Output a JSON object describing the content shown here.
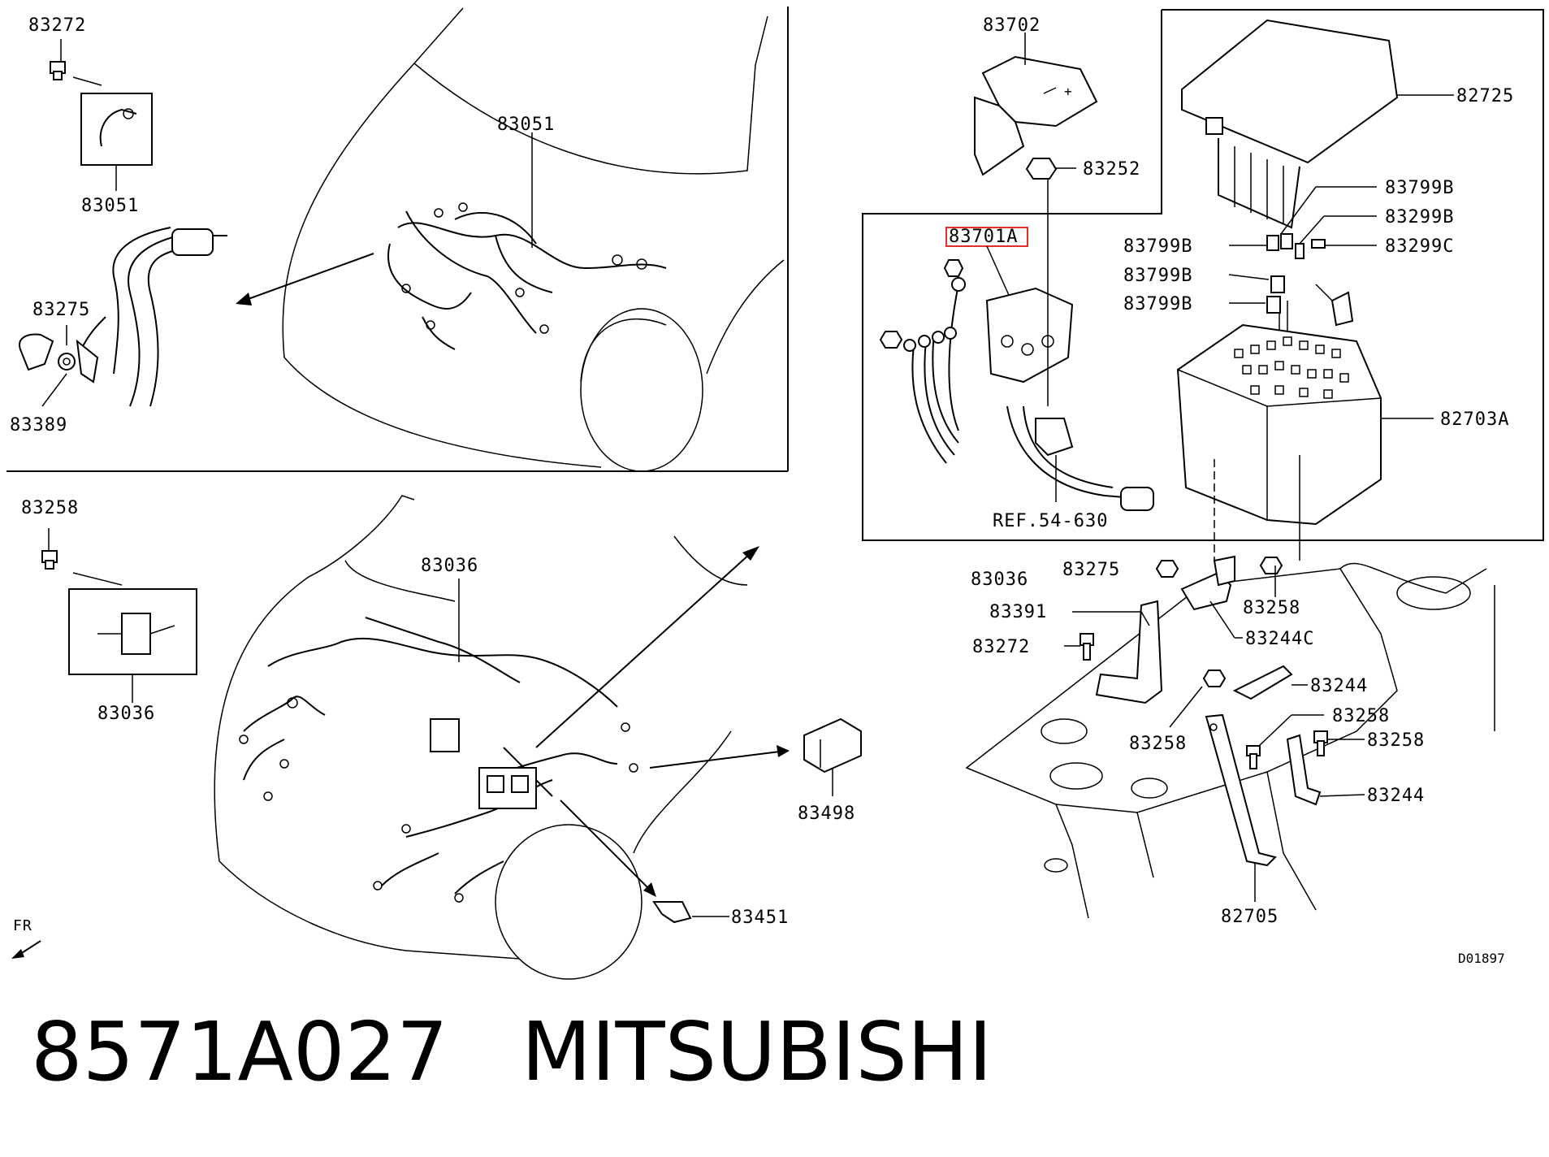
{
  "labels": {
    "top_left_bolt": "83272",
    "top_left_box_part": "83051",
    "harness_main_top": "83051",
    "clip_83275_left": "83275",
    "grommet_83389": "83389",
    "mid_left_bolt": "83258",
    "mid_left_box_part": "83036",
    "harness_main_bottom": "83036",
    "connector_83498": "83498",
    "clip_83451": "83451",
    "battery_cover": "83702",
    "nut_83252": "83252",
    "cable_83701A": "83701A",
    "ref_note": "REF.54-630",
    "box_cover": "82725",
    "relay_1": "83799B",
    "fuse_1": "83299B",
    "relay_2": "83799B",
    "fuse_2": "83299C",
    "relay_3": "83799B",
    "relay_box": "82703A",
    "harness_box_outline": "83036",
    "clip_83275_right": "83275",
    "bolt_83258_a": "83258",
    "bracket_83391": "83391",
    "bolt_83272_right": "83272",
    "clip_83244C": "83244C",
    "bracket_83244_a": "83244",
    "bolt_83258_b": "83258",
    "bolt_83258_c": "83258",
    "bolt_83258_d": "83258",
    "bracket_83244_b": "83244",
    "bracket_82705": "82705",
    "front_marker": "FR",
    "drawing_id": "D01897"
  },
  "caption": {
    "part_number": "8571A027",
    "brand": "MITSUBISHI"
  },
  "colors": {
    "line": "#000000",
    "highlight": "#e0302a",
    "background": "#ffffff"
  }
}
